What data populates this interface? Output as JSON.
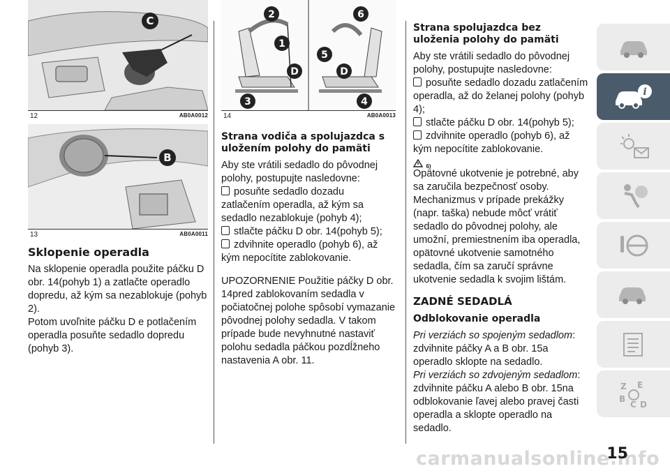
{
  "figures": {
    "f12": {
      "num": "12",
      "code": "AB0A0012",
      "label": "C"
    },
    "f13": {
      "num": "13",
      "code": "AB0A0011",
      "label": "B"
    },
    "f14": {
      "num": "14",
      "code": "AB0A0013",
      "labels": [
        "2",
        "1",
        "D",
        "3",
        "6",
        "5",
        "D",
        "4"
      ]
    }
  },
  "col1": {
    "heading": "Sklopenie operadla",
    "p1": "Na sklopenie operadla použite páčku D obr. 14(pohyb 1) a zatlačte operadlo dopredu, až kým sa nezablokuje (pohyb 2).",
    "p2": "Potom uvoľnite páčku D e potlačením operadla posuňte sedadlo dopredu (pohyb 3)."
  },
  "col2": {
    "heading": "Strana vodiča a spolujazdca s uložením polohy do pamäti",
    "intro": "Aby ste vrátili sedadlo do pôvodnej polohy, postupujte nasledovne:",
    "bullets": [
      "posuňte sedadlo dozadu zatlačením operadla, až kým sa sedadlo nezablokuje (pohyb 4);",
      "stlačte páčku D obr. 14(pohyb 5);",
      "zdvihnite operadlo (pohyb 6), až kým nepocítite zablokovanie."
    ],
    "warning": "UPOZORNENIE Použitie páčky D obr. 14pred zablokovaním sedadla v počiatočnej polohe spôsobí vymazanie pôvodnej polohy sedadla. V takom prípade bude nevyhnutné nastaviť polohu sedadla páčkou pozdĺžneho nastavenia A obr. 11."
  },
  "col3": {
    "heading": "Strana spolujazdca bez uloženia polohy do pamäti",
    "intro": "Aby ste vrátili sedadlo do pôvodnej polohy, postupujte nasledovne:",
    "bullets": [
      "posuňte sedadlo dozadu zatlačením operadla, až do želanej polohy (pohyb 4);",
      "stlačte páčku D obr. 14(pohyb 5);",
      "zdvihnite operadlo (pohyb 6), až kým nepocítite zablokovanie."
    ],
    "warn_ref": "6)",
    "p_safety": "Opätovné ukotvenie je potrebné, aby sa zaručila bezpečnosť osoby. Mechanizmus v prípade prekážky (napr. taška) nebude môcť vrátiť sedadlo do pôvodnej polohy, ale umožní, premiestnením iba operadla, opätovné ukotvenie samotného sedadla, čím sa zaručí správne ukotvenie sedadla k svojim lištám.",
    "section": "ZADNÉ SEDADLÁ",
    "sub": "Odblokovanie operadla",
    "v1_label": "Pri verziách so spojeným sedadlom",
    "v1_text": ": zdvihnite páčky A a B obr. 15a operadlo sklopte na sedadlo.",
    "v2_label": "Pri verziách so zdvojeným sedadlom",
    "v2_text": ": zdvihnite páčku A alebo B obr. 15na odblokovanie ľavej alebo pravej časti operadla a sklopte operadlo na sedadlo."
  },
  "tabs": [
    "car-icon",
    "car-info-icon",
    "warning-light-icon",
    "airbag-icon",
    "steering-icon",
    "car-service-icon",
    "data-sheet-icon",
    "alphabet-index-icon"
  ],
  "page_number": "15",
  "watermark": "carmanualsonline.info",
  "colors": {
    "active_tab": "#4a5b6b",
    "tab": "#ececec",
    "icon": "#9a9a9a"
  }
}
